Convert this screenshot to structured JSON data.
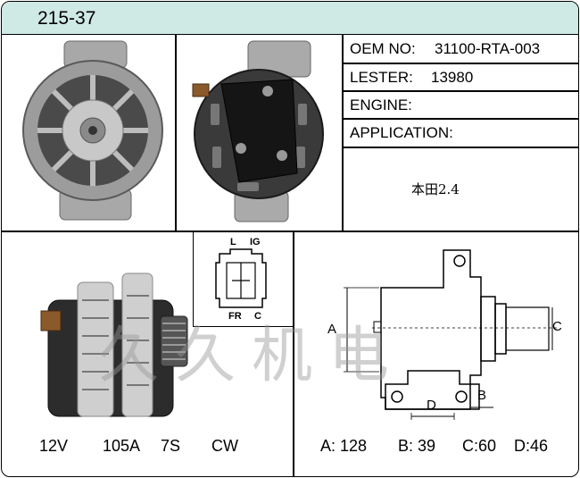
{
  "header": {
    "part_code": "215-37"
  },
  "specs": {
    "oem_label": "OEM NO:",
    "oem_value": "31100-RTA-003",
    "lester_label": "LESTER:",
    "lester_value": "13980",
    "engine_label": "ENGINE:",
    "engine_value": "",
    "application_label": "APPLICATION:",
    "application_value": "",
    "application_note": "本田2.4"
  },
  "connector": {
    "pin_l": "L",
    "pin_ig": "IG",
    "pin_fr": "FR",
    "pin_c": "C"
  },
  "electrical": {
    "voltage": "12V",
    "amperage": "105A",
    "pulley": "7S",
    "rotation": "CW"
  },
  "dimensions": {
    "a_label": "A",
    "b_label": "B",
    "c_label": "C",
    "d_label": "D",
    "a_text": "A: 128",
    "b_text": "B: 39",
    "c_text": "C:60",
    "d_text": "D:46"
  },
  "watermark": {
    "text": "久久机电"
  },
  "colors": {
    "header_bg": "#cfe9e4",
    "line": "#000000",
    "watermark": "#969696"
  }
}
